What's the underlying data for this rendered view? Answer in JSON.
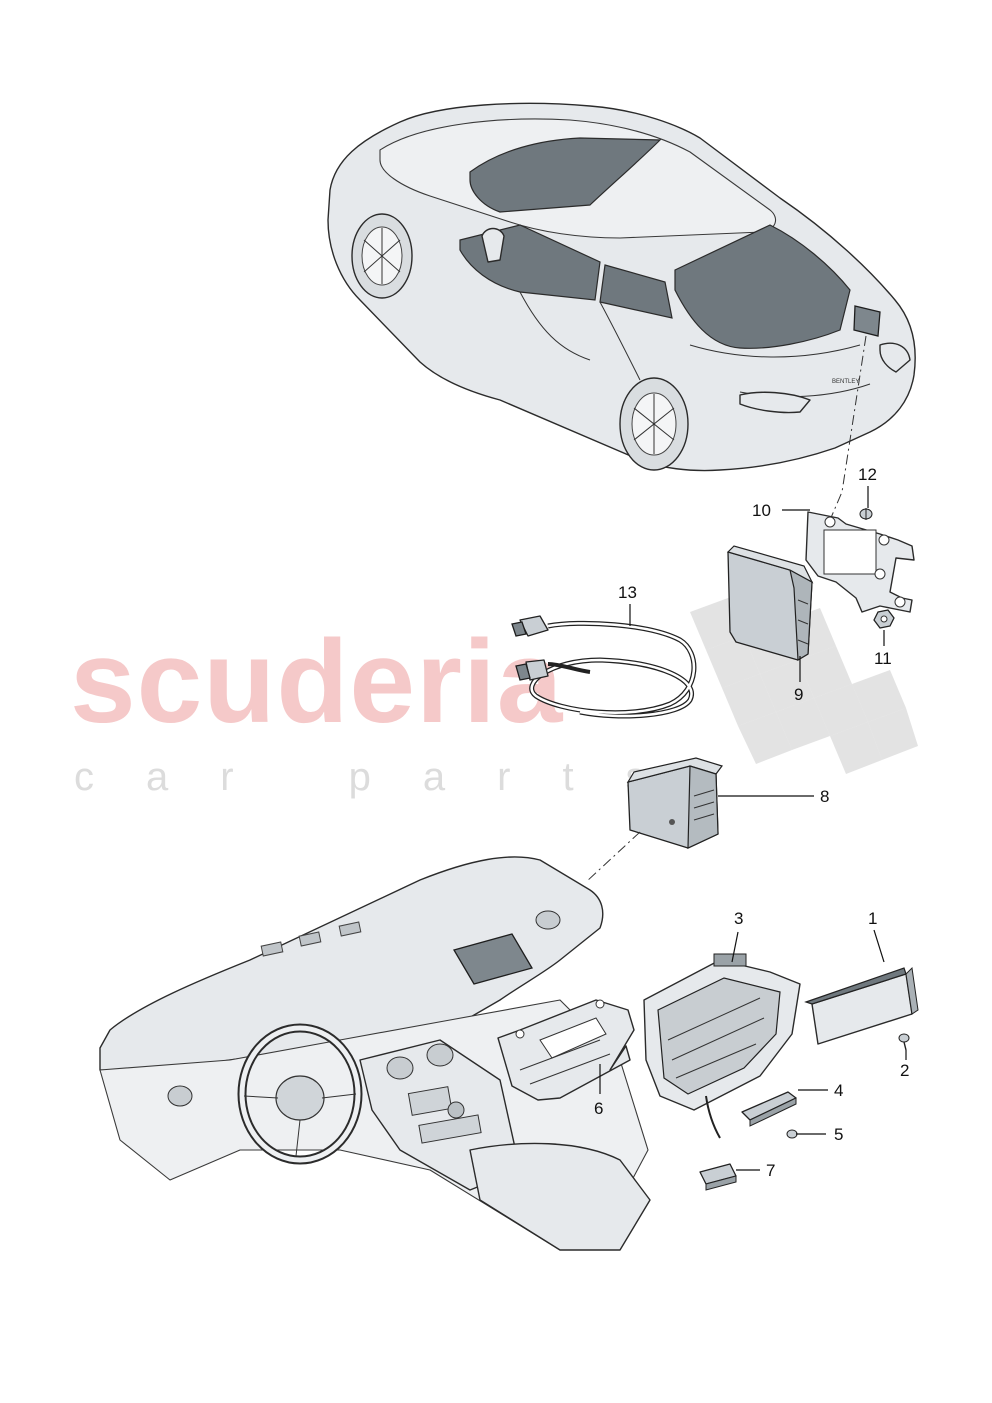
{
  "watermark": {
    "main": "scuderia",
    "sub": "car parts"
  },
  "callouts": [
    {
      "id": "1",
      "label": "1"
    },
    {
      "id": "2",
      "label": "2"
    },
    {
      "id": "3",
      "label": "3"
    },
    {
      "id": "4",
      "label": "4"
    },
    {
      "id": "5",
      "label": "5"
    },
    {
      "id": "6",
      "label": "6"
    },
    {
      "id": "7",
      "label": "7"
    },
    {
      "id": "8",
      "label": "8"
    },
    {
      "id": "9",
      "label": "9"
    },
    {
      "id": "10",
      "label": "10"
    },
    {
      "id": "11",
      "label": "11"
    },
    {
      "id": "12",
      "label": "12"
    },
    {
      "id": "13",
      "label": "13"
    }
  ],
  "car_badge": "BENTLEY",
  "colors": {
    "watermark_red": "#f2b8b8",
    "watermark_grey": "#dcdcdc",
    "line": "#2b2b2b",
    "panel_fill": "#e6e9ec",
    "part_fill": "#c9cfd4"
  }
}
